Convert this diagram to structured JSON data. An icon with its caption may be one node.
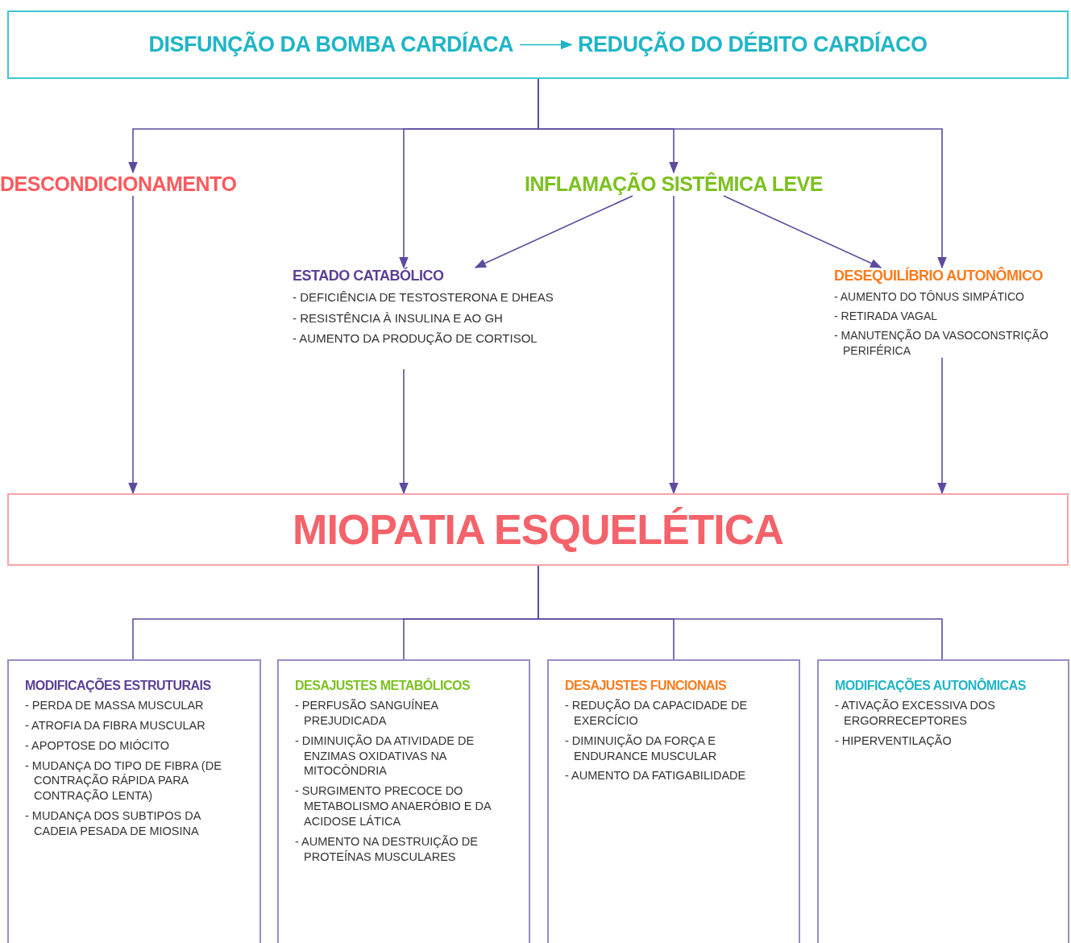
{
  "diagram": {
    "nodes": [
      {
        "text": [],
        "shape": "box"
      },
      {
        "text": [
          "DISFUNÇÃO DA BOMBA CARDÍACA"
        ],
        "in": 0
      },
      {
        "text": [
          "REDUÇÃO DO DÉBITO CARDÍACO"
        ],
        "in": 0
      },
      {
        "text": [
          "DESCONDICIONAMENTO"
        ]
      },
      {
        "text": [
          "INFLAMAÇÃO SISTÊMICA LEVE"
        ]
      },
      {
        "text": [
          "ESTADO CATABÓLICO",
          "- DEFICIÊNCIA DE TESTOSTERONA E DHEAS",
          "- RESISTÊNCIA À INSULINA E AO GH",
          "- AUMENTO DA PRODUÇÃO DE CORTISOL"
        ]
      },
      {
        "text": [
          "DESEQUILÍBRIO AUTONÔMICO",
          "- AUMENTO DO TÔNUS SIMPÁTICO",
          "- RETIRADA VAGAL",
          "- MANUTENÇÃO DA VASOCONSTRIÇÃO PERIFÉRICA"
        ]
      },
      {
        "text": [
          "MIOPATIA ESQUELÉTICA"
        ]
      },
      {
        "text": [
          "MODIFICAÇÕES ESTRUTURAIS",
          "- PERDA DE MASSA MUSCULAR",
          "- ATROFIA DA FIBRA MUSCULAR",
          "- APOPTOSE DO MIÓCITO",
          "- MUDANÇA DO TIPO DE FIBRA (DE CONTRAÇÃO RÁPIDA PARA CONTRAÇÃO LENTA)",
          "- MUDANÇA DOS SUBTIPOS DA CADEIA PESADA DE MIOSINA"
        ]
      },
      {
        "text": [
          "DESAJUSTES METABÓLICOS",
          "- PERFUSÃO SANGUÍNEA PREJUDICADA",
          "- DIMINUIÇÃO DA ATIVIDADE DE ENZIMAS OXIDATIVAS NA MITOCÔNDRIA",
          "- SURGIMENTO PRECOCE DO METABOLISMO ANAERÓBIO E DA ACIDOSE LÁTICA",
          "- AUMENTO NA DESTRUIÇÃO DE PROTEÍNAS MUSCULARES"
        ]
      },
      {
        "text": [
          "DESAJUSTES FUNCIONAIS",
          "- REDUÇÃO DA CAPACIDADE DE EXERCÍCIO",
          "- DIMINUIÇÃO DA FORÇA E ENDURANCE MUSCULAR",
          "- AUMENTO DA FATIGABILIDADE"
        ]
      },
      {
        "text": [
          "MODIFICAÇÕES AUTONÔMICAS",
          "- ATIVAÇÃO EXCESSIVA DOS ERGORRECEPTORES",
          "- HIPERVENTILAÇÃO"
        ]
      }
    ],
    "edges": [
      {
        "from": 1,
        "to": 2,
        "arrow": "to",
        "color": "#1fb5c7"
      },
      {
        "from": 0,
        "to": 3,
        "arrow": "to"
      },
      {
        "from": 0,
        "to": 5,
        "arrow": "to"
      },
      {
        "from": 0,
        "to": 4,
        "arrow": "to"
      },
      {
        "from": 0,
        "to": 6,
        "arrow": "to"
      },
      {
        "from": 4,
        "to": 5,
        "arrow": "to"
      },
      {
        "from": 4,
        "to": 6,
        "arrow": "to"
      },
      {
        "from": 3,
        "to": 7,
        "arrow": "to"
      },
      {
        "from": 5,
        "to": 7,
        "arrow": "to"
      },
      {
        "from": 4,
        "to": 7,
        "arrow": "to"
      },
      {
        "from": 6,
        "to": 7,
        "arrow": "to"
      },
      {
        "from": 7,
        "to": 8,
        "arrow": "none"
      },
      {
        "from": 7,
        "to": 9,
        "arrow": "none"
      },
      {
        "from": 7,
        "to": 10,
        "arrow": "none"
      },
      {
        "from": 7,
        "to": 11,
        "arrow": "none"
      }
    ]
  }
}
